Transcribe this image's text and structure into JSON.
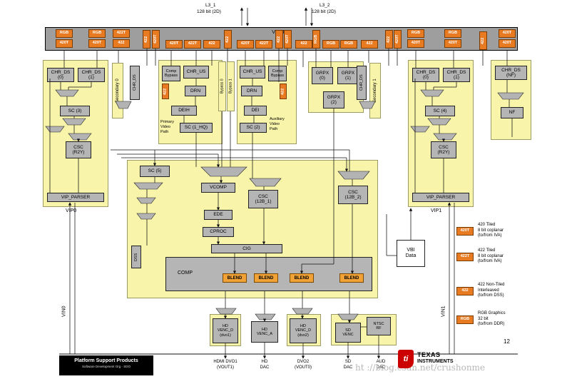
{
  "page": {
    "number": "12",
    "watermark": "ht ://blog.csdn.net/crushonme"
  },
  "top": {
    "l3_1": "L3_1",
    "l3_1_sub": "128 bit (2D)",
    "l3_2": "L3_2",
    "l3_2_sub": "128 bit (2D)"
  },
  "vpdma": {
    "label": "VPDMA",
    "ports": [
      "RGB",
      "420T",
      "RGB",
      "420T",
      "422T",
      "422",
      "422",
      "420T",
      "420T",
      "422T",
      "422",
      "422",
      "420T",
      "422T",
      "422",
      "420T",
      "422",
      "RGB",
      "RGB",
      "RGB",
      "422",
      "422",
      "420T",
      "RGB",
      "420T",
      "RGB",
      "420T",
      "422",
      "420T",
      "420T"
    ]
  },
  "vip0": {
    "title": "VIP0",
    "chr_ds0": "CHR_DS\n(0)",
    "chr_ds1": "CHR_DS\n(1)",
    "sc": "SC (3)",
    "csc": "CSC\n(R2Y)",
    "parser": "VIP_PARSER"
  },
  "vip1": {
    "title": "VIP1",
    "chr_ds0": "CHR_DS\n(0)",
    "chr_ds1": "CHR_DS\n(1)",
    "sc": "SC (4)",
    "csc": "CSC\n(R2Y)",
    "parser": "VIP_PARSER"
  },
  "secondary0": "Secondary 0",
  "secondary1": "Secondary 1",
  "chr_ds_left": "CHR_DS",
  "chr_ds_right": "CHR_DS",
  "primary": {
    "comp_bypass": "Comp\nBypass",
    "chr_us": "CHR_US",
    "port": "422",
    "drn": "DRN",
    "dei": "DEIH",
    "sc": "SC (1_HQ)",
    "caption": "Primary\nVideo\nPath"
  },
  "aux": {
    "comp_bypass": "Comp\nBypass",
    "chr_us": "CHR_US",
    "port": "422",
    "drn": "DRN",
    "dei": "DEI",
    "sc": "SC (2)",
    "caption": "Auxiliary\nVideo\nPath"
  },
  "bypass0": "Bypass 0",
  "bypass1": "Bypass 1",
  "grpx": {
    "g0": "GRPX\n(0)",
    "g1": "GRPX\n(1)",
    "g2": "GRPX\n(2)"
  },
  "nf": {
    "chr_ds": "CHR_DS\n(NF)",
    "label": "NF"
  },
  "center": {
    "sc5": "SC (5)",
    "vcomp": "VCOMP",
    "csc1": "CSC\n(12B_1)",
    "ede": "EDE",
    "cproc": "CPROC",
    "cig": "CIG",
    "csc2": "CSC\n(12B_2)",
    "comp": "COMP",
    "blend": "BLEND",
    "dss": "DSS"
  },
  "vbi": "VBI\nData",
  "vencs": {
    "hd_d1": "HD\nVENC_D\n(dvo1)",
    "hd_a": "HD\nVENC_A",
    "hd_d2": "HD\nVENC_D\n(dvo2)",
    "sd": "SD\nVENC",
    "ntsc": "NTSC\nRF"
  },
  "outputs": {
    "o1": "HDMI DVO1\n(VOUT1)",
    "o2": "HD\nDAC",
    "o3": "DVO2\n(VOUT0)",
    "o4": "SD\nDAC",
    "o5": "AUD\nDAC"
  },
  "vin0": "VIN0",
  "vin1": "VIN1",
  "legend": {
    "items": [
      {
        "chip": "420T",
        "text": "420 Tiled\n8 bit coplanar\n(to/from IVA)"
      },
      {
        "chip": "422T",
        "text": "422 Tiled\n8 bit coplanar\n(to/from IVA)"
      },
      {
        "chip": "422",
        "text": "422 Non-Tiled\nInterleaved\n(to/from DSS)"
      },
      {
        "chip": "RGB",
        "text": "RGB Graphics\n32 bit\n(to/from DDR)"
      }
    ]
  },
  "footer": {
    "psp": "Platform Support Products",
    "sdo": "Software Development Org - SDO",
    "ti_line1": "TEXAS",
    "ti_line2": "INSTRUMENTS",
    "ti_mark": "ti"
  },
  "colors": {
    "accent_orange": "#e87a21",
    "block_gray": "#b5b5b5",
    "panel_yellow": "#f8f4aa",
    "blend_orange": "#f0a236",
    "ti_red": "#cc0000"
  }
}
